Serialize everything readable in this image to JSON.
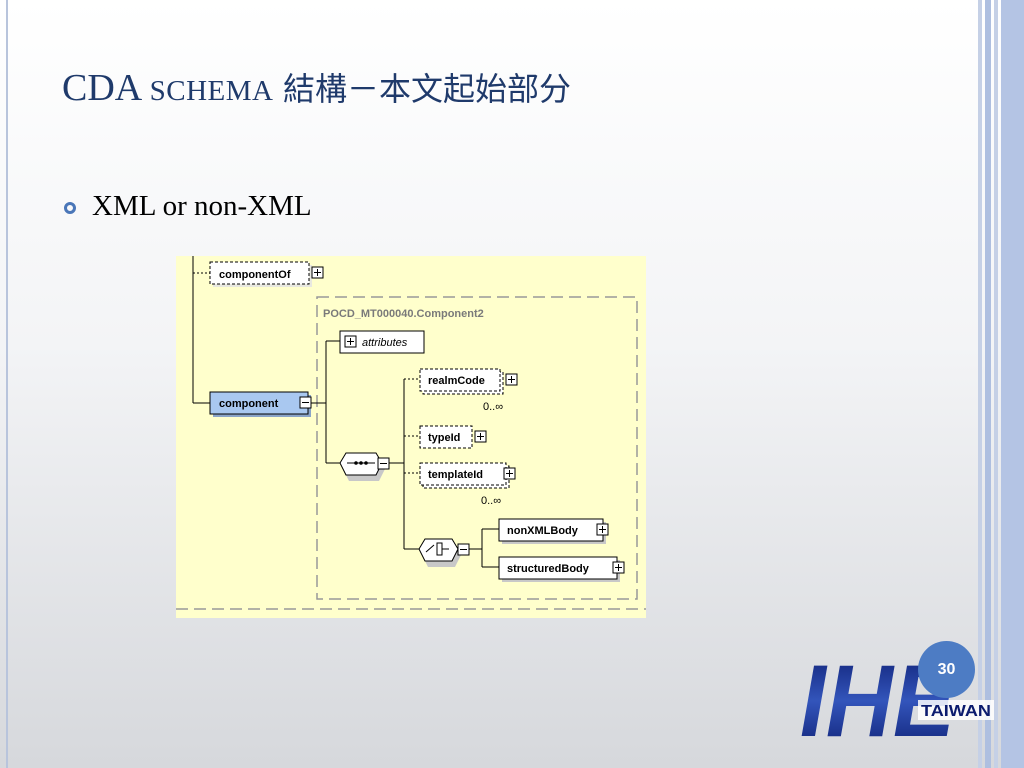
{
  "slide": {
    "title_main": "CDA",
    "title_sc": "SCHEMA",
    "title_cjk": "結構－本文起始部分",
    "bullet": "XML or non-XML",
    "page_number": "30"
  },
  "diagram": {
    "component_of": "componentOf",
    "component": "component",
    "group_label": "POCD_MT000040.Component2",
    "attributes": "attributes",
    "realm_code": "realmCode",
    "realm_card": "0..∞",
    "type_id": "typeId",
    "template_id": "templateId",
    "template_card": "0..∞",
    "non_xml_body": "nonXMLBody",
    "structured_body": "structuredBody"
  },
  "logo": {
    "text": "IHE",
    "sub": "TAIWAN"
  },
  "colors": {
    "title": "#1f3a6b",
    "diagram_bg": "#ffffcc",
    "accent": "#4d7cc4",
    "selected_node": "#a9c8f0"
  }
}
